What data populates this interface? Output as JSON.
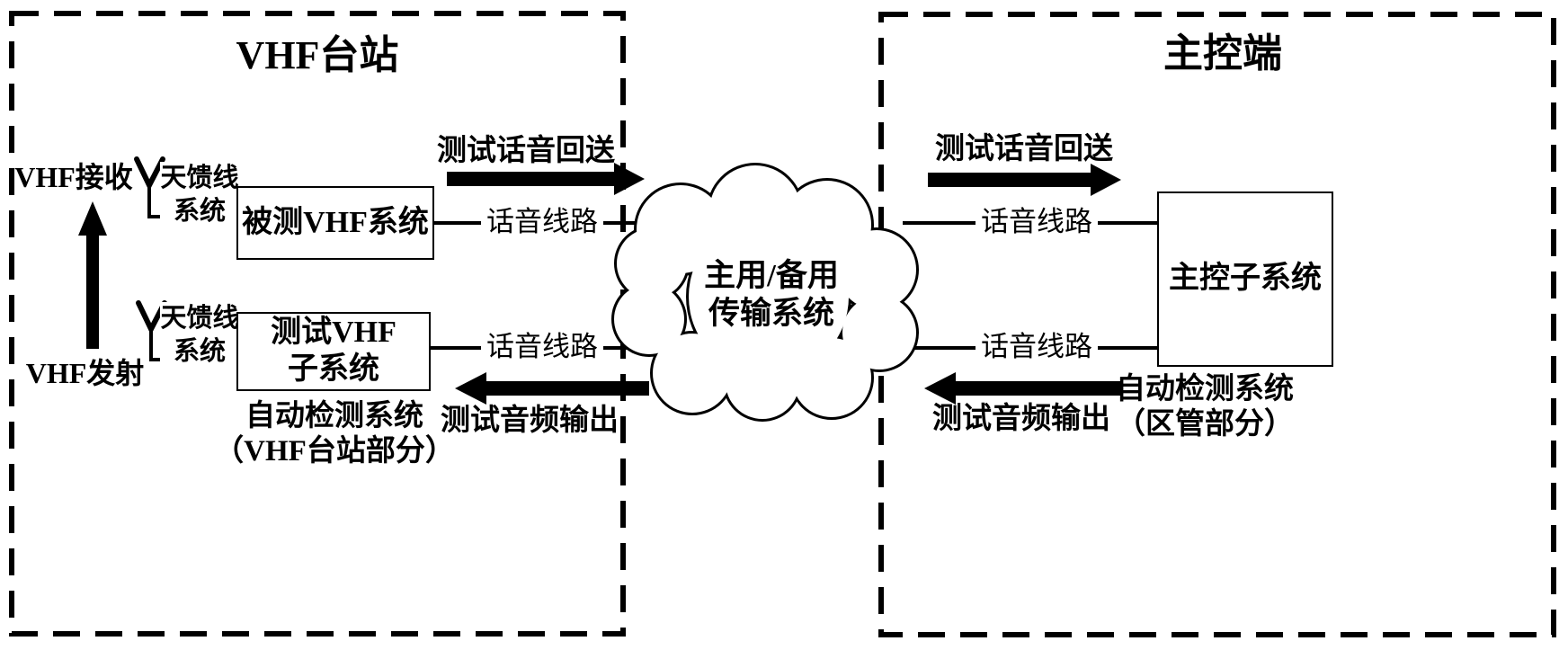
{
  "diagram": {
    "left_region": {
      "title": "VHF台站",
      "receive_label": "VHF接收",
      "transmit_label": "VHF发射",
      "feeder_label_line1": "天馈线",
      "feeder_label_line2": "系统",
      "box_under_test": "被测VHF系统",
      "test_subsystem_line1": "测试VHF",
      "test_subsystem_line2": "子系统",
      "caption_line1": "自动检测系统",
      "caption_line2": "（VHF台站部分）"
    },
    "right_region": {
      "title": "主控端",
      "master_subsystem_box": "主控子系统",
      "caption_line1": "自动检测系统",
      "caption_line2": "（区管部分）"
    },
    "cloud": {
      "line1": "主用/备用",
      "line2": "传输系统"
    },
    "flows": {
      "voice_return": "测试话音回送",
      "audio_output": "测试音频输出",
      "voice_line": "话音线路"
    },
    "colors": {
      "ink": "#000000",
      "background": "#ffffff"
    }
  }
}
